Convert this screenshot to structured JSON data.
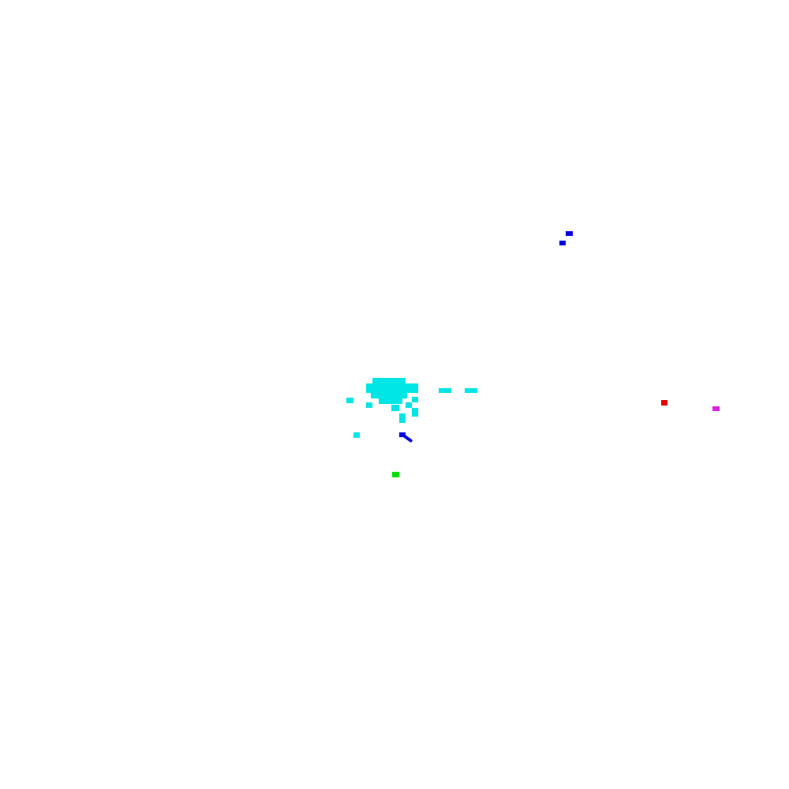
{
  "colors": {
    "background": "#ffffff",
    "cyan": "#00e5e5",
    "blue": "#0000e0",
    "red": "#e00000",
    "magenta": "#e020e0",
    "green": "#00e000"
  },
  "marks": {
    "cyan_cluster": "cyan",
    "blue_upper": "blue",
    "blue_lower": "blue",
    "red_point": "red",
    "magenta_point": "magenta",
    "green_point": "green"
  }
}
